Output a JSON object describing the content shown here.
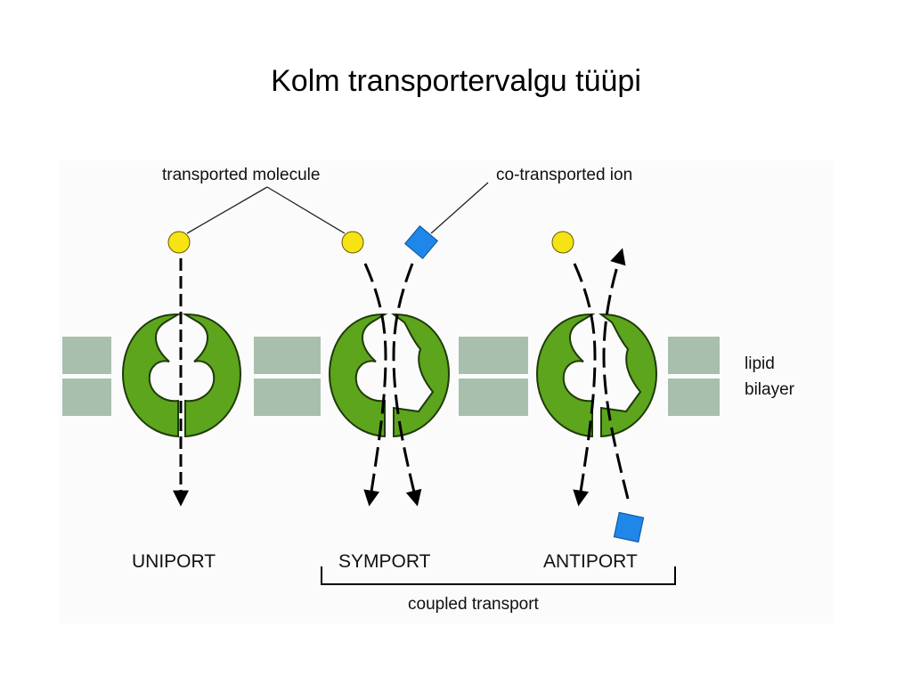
{
  "slide": {
    "title": "Kolm transportervalgu tüüpi"
  },
  "diagram": {
    "labels": {
      "transported_molecule": "transported molecule",
      "co_transported_ion": "co-transported ion",
      "lipid": "lipid",
      "bilayer": "bilayer",
      "coupled_transport": "coupled transport"
    },
    "modes": [
      "UNIPORT",
      "SYMPORT",
      "ANTIPORT"
    ],
    "colors": {
      "protein": "#5ca51c",
      "membrane": "#a9bfad",
      "molecule": "#f5e313",
      "ion": "#1e87e8"
    }
  }
}
